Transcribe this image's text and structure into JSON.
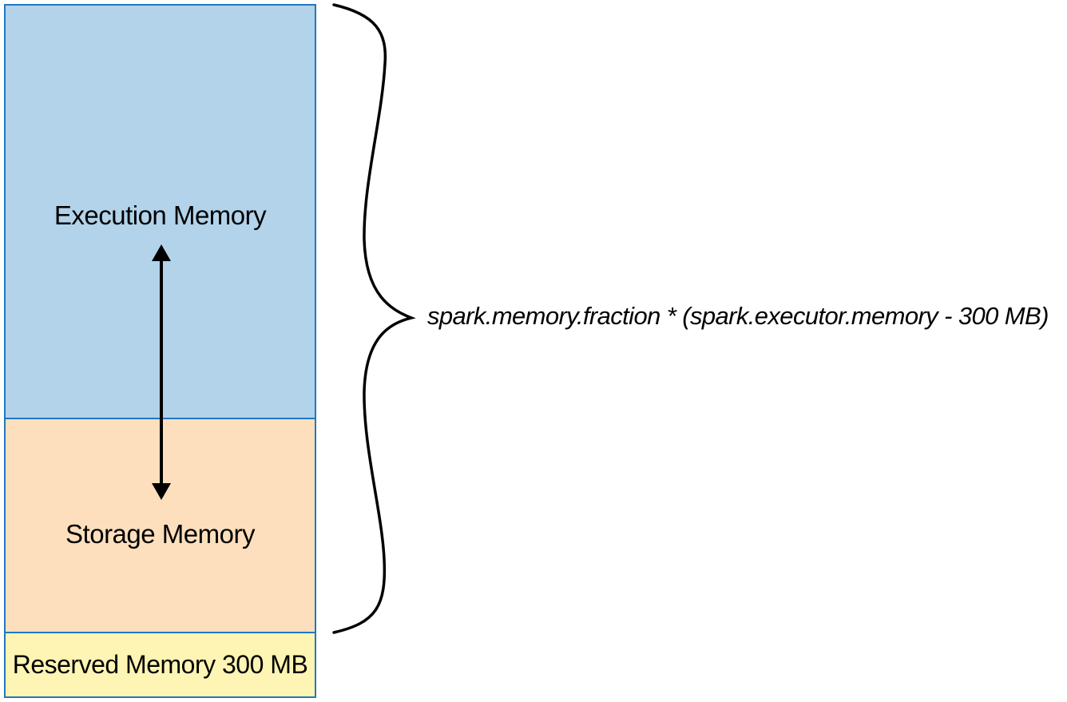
{
  "diagram": {
    "title": "Spark executor memory layout",
    "blocks": [
      {
        "id": "execution",
        "label": "Execution Memory",
        "color": "#b2d3ea"
      },
      {
        "id": "storage",
        "label": "Storage Memory",
        "color": "#fddfbd"
      },
      {
        "id": "reserved",
        "label": "Reserved Memory 300 MB",
        "color": "#fef4b3"
      }
    ],
    "border_color": "#1f78c1",
    "arrow": {
      "type": "bidirectional",
      "from": "execution",
      "to": "storage"
    },
    "brace": {
      "spans": [
        "execution",
        "storage"
      ]
    },
    "formula": "spark.memory.fraction * (spark.executor.memory - 300 MB)"
  }
}
